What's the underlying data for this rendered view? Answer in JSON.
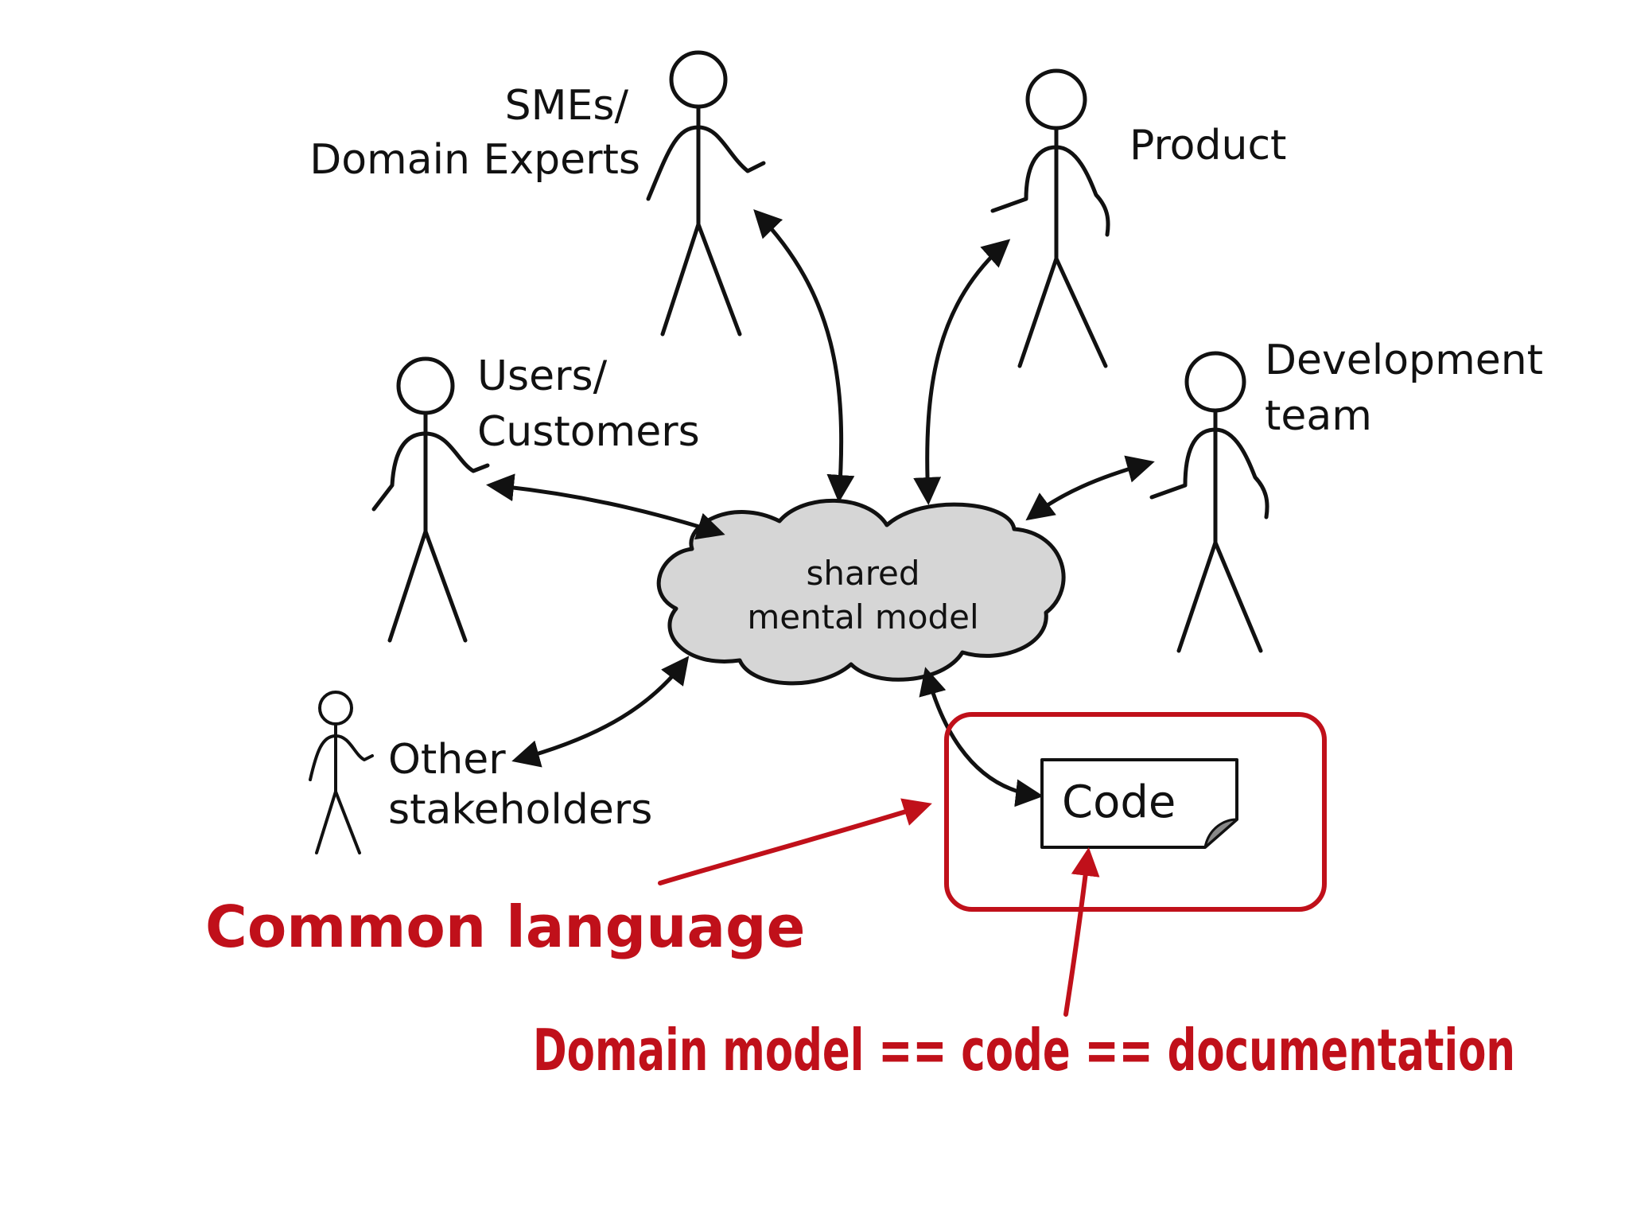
{
  "colors": {
    "ink": "#111111",
    "accent": "#c0101a",
    "cloud": "#d6d6d6",
    "fold": "#888888"
  },
  "actors": {
    "smes": {
      "line1": "SMEs/",
      "line2": "Domain Experts"
    },
    "product": {
      "line1": "Product"
    },
    "users": {
      "line1": "Users/",
      "line2": "Customers"
    },
    "development": {
      "line1": "Development",
      "line2": "team"
    },
    "other": {
      "line1": "Other",
      "line2": "stakeholders"
    }
  },
  "center": {
    "line1": "shared",
    "line2": "mental model"
  },
  "code": {
    "label": "Code"
  },
  "annotations": {
    "common_language": "Common language",
    "domain_model": "Domain model == code == documentation"
  }
}
